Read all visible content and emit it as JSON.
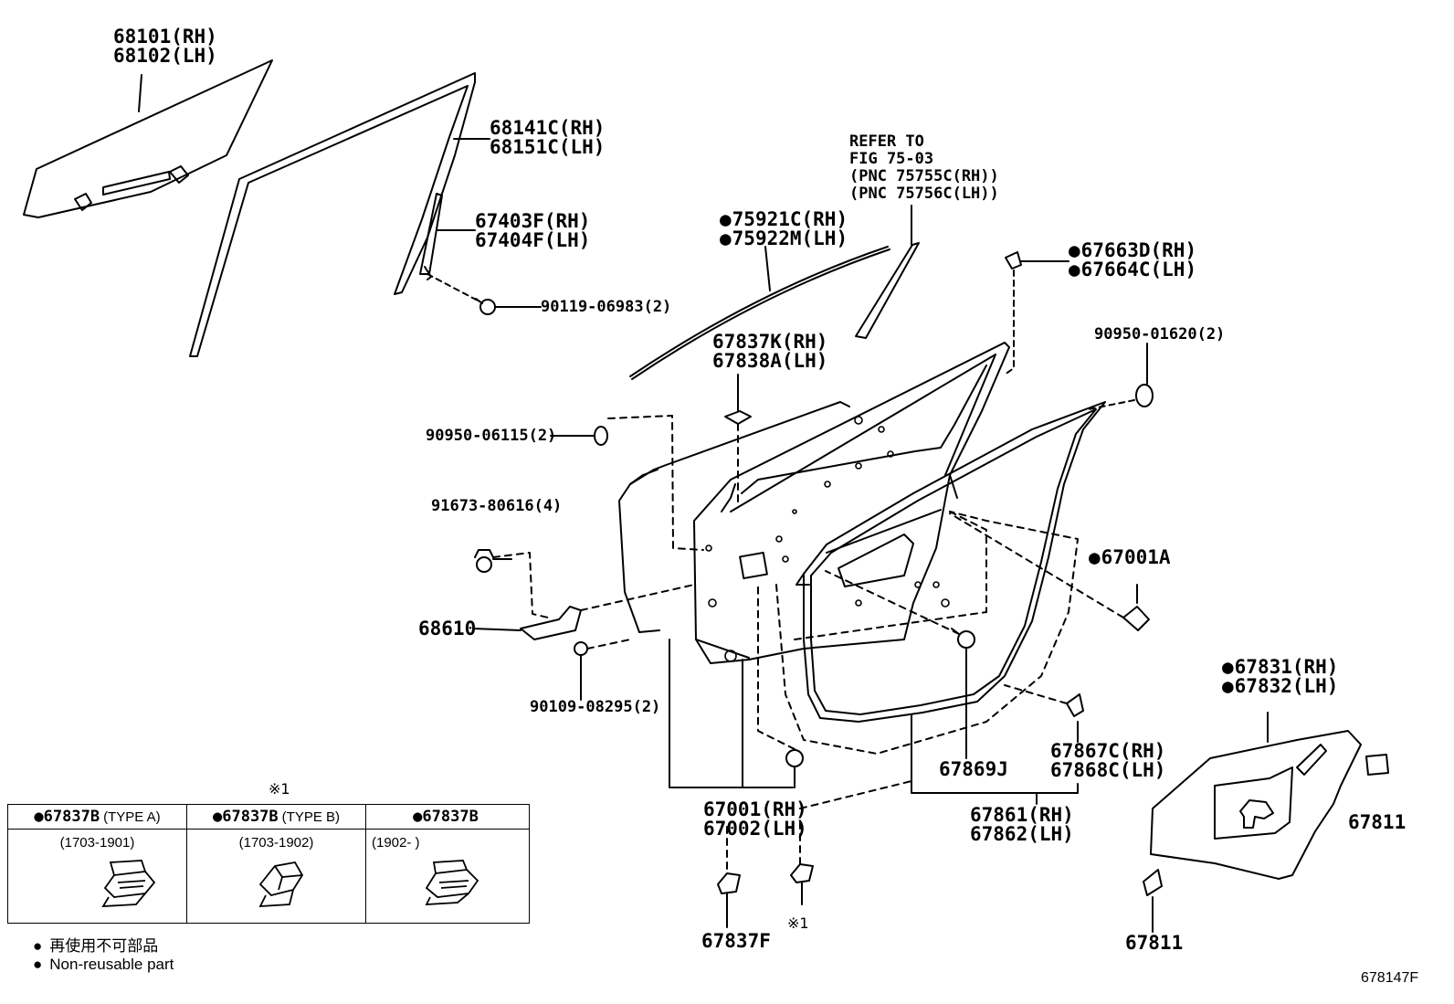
{
  "callouts": {
    "c68101": [
      "68101(RH)",
      "68102(LH)"
    ],
    "c68141": [
      "68141C(RH)",
      "68151C(LH)"
    ],
    "c67403": [
      "67403F(RH)",
      "67404F(LH)"
    ],
    "c90119": "90119-06983(2)",
    "c75921": [
      "75921C(RH)",
      "75922M(LH)"
    ],
    "refer": [
      "REFER TO",
      "FIG 75-03",
      "(PNC 75755C(RH))",
      "(PNC 75756C(LH))"
    ],
    "c67663": [
      "67663D(RH)",
      "67664C(LH)"
    ],
    "c90950a": "90950-01620(2)",
    "c67837k": [
      "67837K(RH)",
      "67838A(LH)"
    ],
    "c90950b": "90950-06115(2)",
    "c91673": "91673-80616(4)",
    "c67001a": "67001A",
    "c68610": "68610",
    "c90109": "90109-08295(2)",
    "c67831": [
      "67831(RH)",
      "67832(LH)"
    ],
    "c67867": [
      "67867C(RH)",
      "67868C(LH)"
    ],
    "c67869": "67869J",
    "c67001": [
      "67001(RH)",
      "67002(LH)"
    ],
    "c67861": [
      "67861(RH)",
      "67862(LH)"
    ],
    "c67811a": "67811",
    "c67811b": "67811",
    "c67837f": "67837F",
    "mark1_top": "※1",
    "mark1_bottom": "※1"
  },
  "legend_table": {
    "columns": [
      {
        "part": "67837B",
        "type": "(TYPE A)",
        "range": "(1703-1901)"
      },
      {
        "part": "67837B",
        "type": "(TYPE B)",
        "range": "(1703-1902)"
      },
      {
        "part": "67837B",
        "type": "",
        "range": "(1902-      )"
      }
    ]
  },
  "notes": [
    "再使用不可部品",
    "Non-reusable part"
  ],
  "figure_number": "678147F"
}
